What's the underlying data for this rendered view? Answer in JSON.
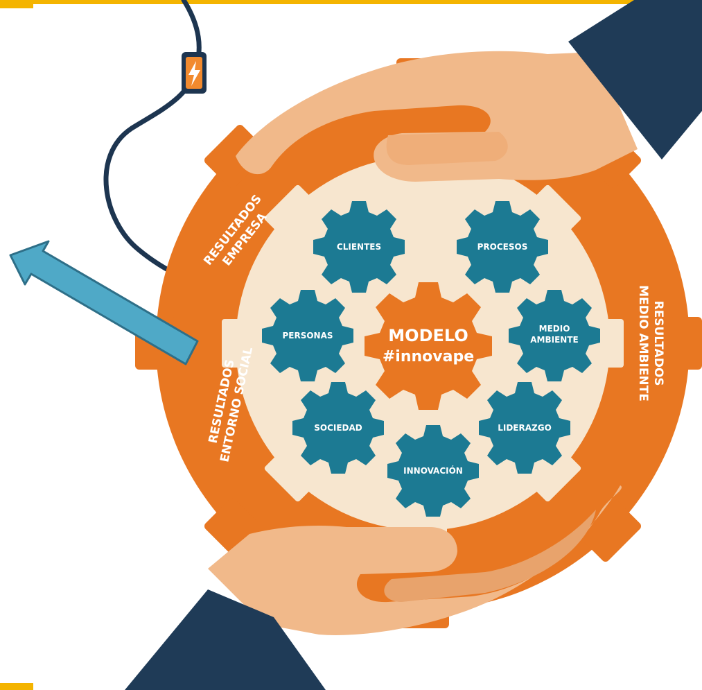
{
  "colors": {
    "frame_yellow": "#F4B400",
    "ring_orange": "#E87722",
    "cream": "#F7E6CF",
    "skin": "#F1B98A",
    "skin_shadow": "#E8A36C",
    "sleeve": "#1F3B57",
    "teal": "#1C7A93",
    "arrow": "#4FA9C7",
    "cable": "#1D3550"
  },
  "center": {
    "title": "MODELO",
    "subtitle": "#innovape"
  },
  "outer_ring_labels": {
    "empresa_line1": "RESULTADOS",
    "empresa_line2": "EMPRESA",
    "medio_line1": "RESULTADOS",
    "medio_line2": "MEDIO AMBIENTE",
    "social_line1": "RESULTADOS",
    "social_line2": "ENTORNO SOCIAL"
  },
  "gears": {
    "clientes": "CLIENTES",
    "procesos": "PROCESOS",
    "personas": "PERSONAS",
    "medio_line1": "MEDIO",
    "medio_line2": "AMBIENTE",
    "sociedad": "SOCIEDAD",
    "liderazgo": "LIDERAZGO",
    "innovacion": "INNOVACIÓN"
  },
  "icons": [
    "plug-icon",
    "lightning-bolt-icon",
    "arrow-icon",
    "gear-icon"
  ]
}
